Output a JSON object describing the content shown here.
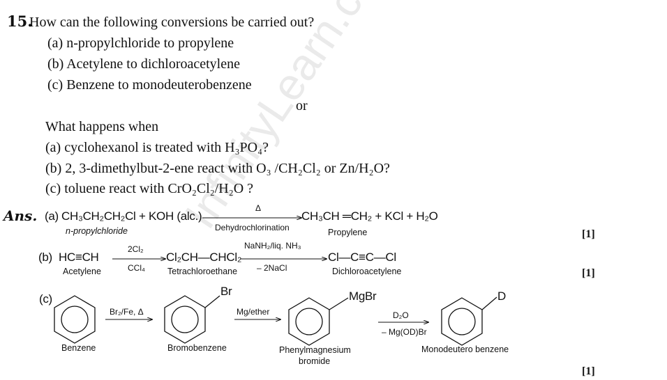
{
  "question": {
    "number": "15.",
    "text": "How can the following conversions be carried out?",
    "parts": [
      "(a) n-propylchloride to propylene",
      "(b) Acetylene to dichloroacetylene",
      "(c) Benzene to monodeuterobenzene"
    ],
    "or": "or",
    "alt_intro": "What happens when",
    "alt_parts": [
      "(a) cyclohexanol is treated with H₃PO₄?",
      "(b) 2, 3-dimethylbut-2-ene react with O₃ /CH₂Cl₂  or  Zn/H₂O?",
      "(c) toluene react with CrO₂Cl₂/H₂O ?"
    ]
  },
  "answer": {
    "label": "Ans.",
    "a": {
      "tag": "(a)",
      "reactants": "CH₃CH₂CH₂Cl + KOH (alc.)",
      "above_arrow": "Δ",
      "below_arrow": "Dehydrochlorination",
      "products": "CH₃CH ═CH₂ + KCl + H₂O",
      "reactant_label": "n-propylchloride",
      "product_label": "Propylene",
      "mark": "[1]"
    },
    "b": {
      "tag": "(b)",
      "start": "HC≡CH",
      "start_label": "Acetylene",
      "step1_above": "2Cl₂",
      "step1_below": "CCl₄",
      "middle": "Cl₂CH—CHCl₂",
      "middle_label": "Tetrachloroethane",
      "step2_above": "NaNH₂/liq. NH₃",
      "step2_below": "– 2NaCl",
      "end": "Cl—C≡C—Cl",
      "end_label": "Dichloroacetylene",
      "mark": "[1]"
    },
    "c": {
      "tag": "(c)",
      "compounds": [
        {
          "label": "Benzene",
          "substituent": ""
        },
        {
          "label": "Bromobenzene",
          "substituent": "Br"
        },
        {
          "label": "Phenylmagnesium",
          "label2": "bromide",
          "substituent": "MgBr"
        },
        {
          "label": "Monodeutero benzene",
          "substituent": "D"
        }
      ],
      "step1_above": "Br₂/Fe, Δ",
      "step2_above": "Mg/ether",
      "step3_above": "D₂O",
      "step3_below": "– Mg(OD)Br",
      "mark": "[1]"
    }
  },
  "watermark": "InfinityLearn.com"
}
